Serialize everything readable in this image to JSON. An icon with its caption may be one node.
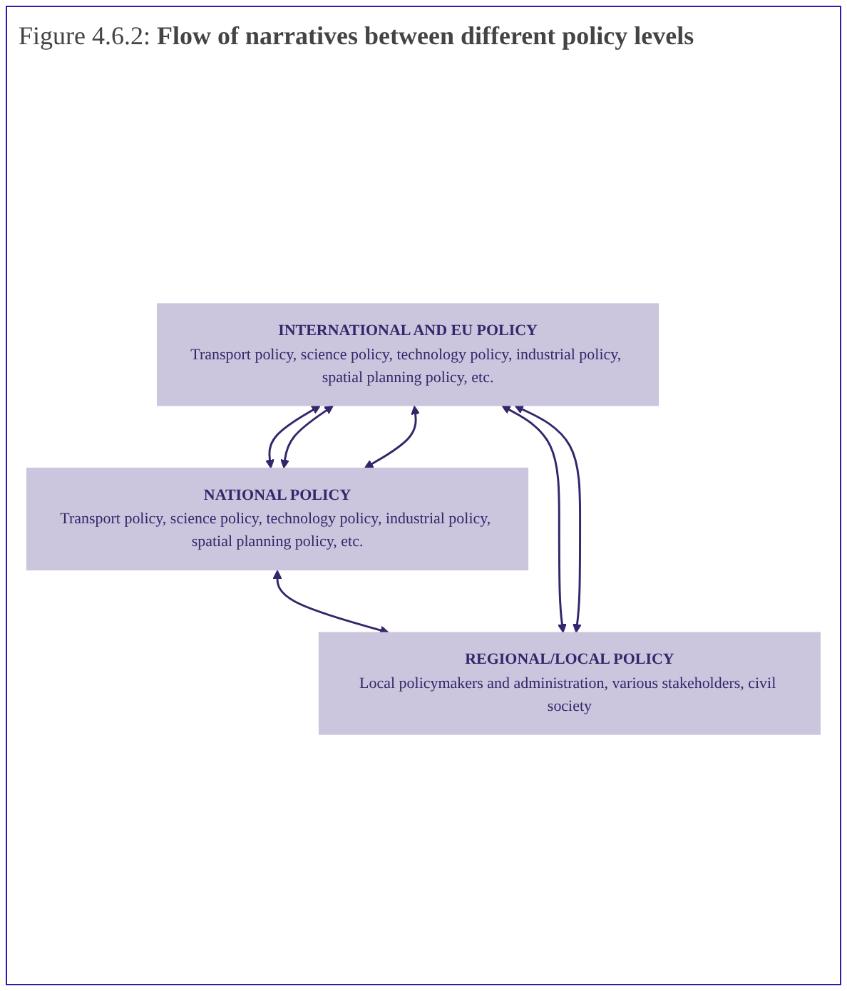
{
  "diagram": {
    "title": "Figure 4.6.2: **Flow of narratives between different policy levels**",
    "nodes": [
      {
        "text": [
          "INTERNATIONAL AND EU POLICY",
          "Transport policy, science policy, technology policy, industrial policy, spatial planning policy, etc."
        ]
      },
      {
        "text": [
          "NATIONAL POLICY",
          "Transport policy, science policy, technology policy, industrial policy, spatial planning policy, etc."
        ]
      },
      {
        "text": [
          "REGIONAL/LOCAL POLICY",
          "Local policymakers and administration, various stakeholders, civil society"
        ]
      }
    ],
    "edges": [
      {
        "from": 0,
        "to": 1,
        "arrow": "both"
      },
      {
        "from": 1,
        "to": 2,
        "arrow": "both"
      },
      {
        "from": 0,
        "to": 1,
        "arrow": "both"
      },
      {
        "from": 0,
        "to": 2,
        "arrow": "both"
      },
      {
        "from": 0,
        "to": 1,
        "arrow": "both"
      },
      {
        "from": 0,
        "to": 2,
        "arrow": "both"
      }
    ]
  }
}
